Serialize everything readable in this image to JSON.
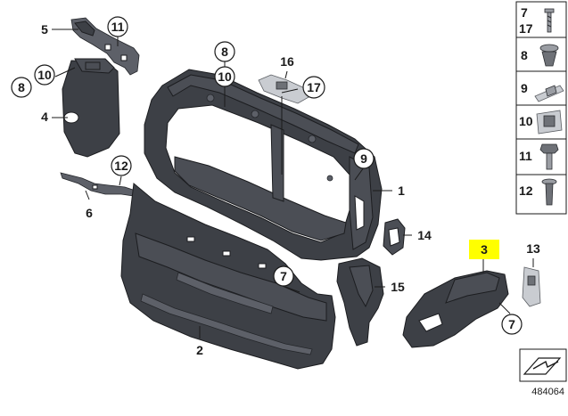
{
  "diagram": {
    "callouts": {
      "c5": "5",
      "c11_top": "11",
      "c10_left": "10",
      "c8_left": "8",
      "c4": "4",
      "c6": "6",
      "c12": "12",
      "c8_mid": "8",
      "c10_mid": "10",
      "c16": "16",
      "c17_mid": "17",
      "c9": "9",
      "c1": "1",
      "c14": "14",
      "c7_mid": "7",
      "c15": "15",
      "c2": "2",
      "c3": "3",
      "c13": "13",
      "c7_right": "7"
    },
    "highlight_color": "#ffff00",
    "legend": {
      "items": [
        {
          "num_a": "7",
          "num_b": "17",
          "icon": "screw-icon"
        },
        {
          "num": "8",
          "icon": "expanding-rivet-icon"
        },
        {
          "num": "9",
          "icon": "clip-nut-icon"
        },
        {
          "num": "10",
          "icon": "spring-nut-icon"
        },
        {
          "num": "11",
          "icon": "hex-screw-icon"
        },
        {
          "num": "12",
          "icon": "push-rivet-icon"
        }
      ]
    },
    "diagram_id": "484064"
  }
}
